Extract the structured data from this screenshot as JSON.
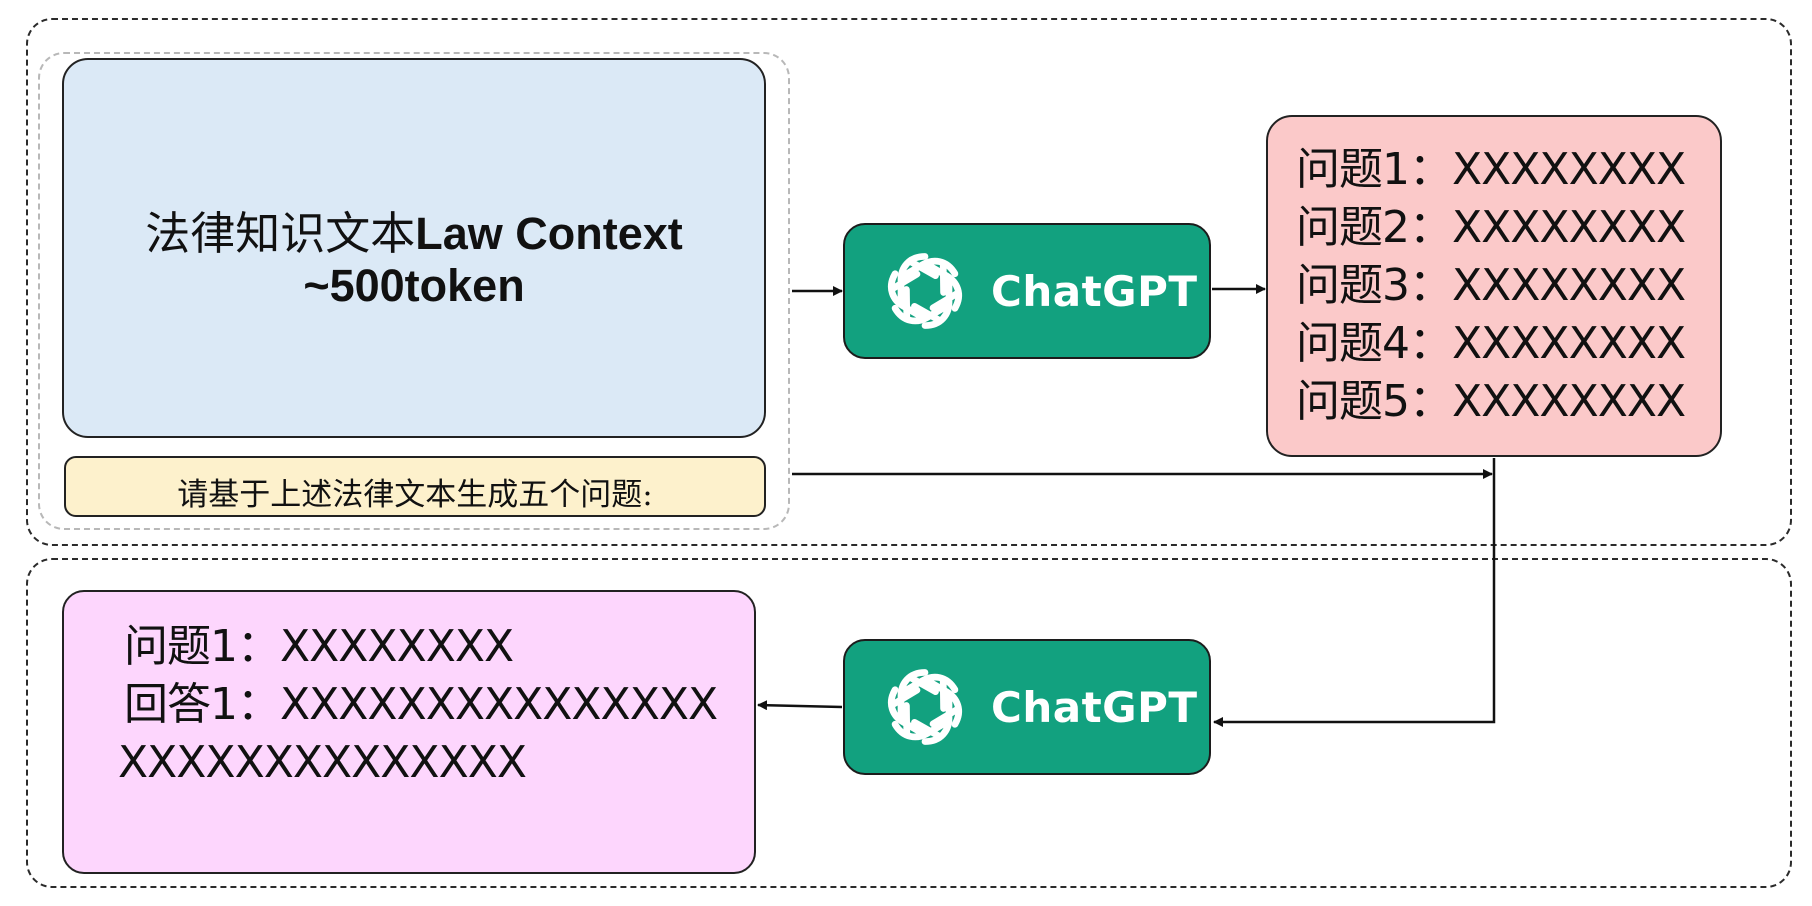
{
  "context": {
    "title_zh": "法律知识文本",
    "title_en": "Law Context",
    "tokens": "~500token"
  },
  "prompt": {
    "text": "请基于上述法律文本生成五个问题:"
  },
  "chatgpt": {
    "label": "ChatGPT",
    "color": "#12a17f"
  },
  "questions": {
    "items": [
      "问题1：XXXXXXXX",
      "问题2：XXXXXXXX",
      "问题3：XXXXXXXX",
      "问题4：XXXXXXXX",
      "问题5：XXXXXXXX"
    ]
  },
  "answer": {
    "question": "问题1：XXXXXXXX",
    "answer_line1": "回答1：XXXXXXXXXXXXXXX",
    "answer_line2": "XXXXXXXXXXXXXX"
  }
}
